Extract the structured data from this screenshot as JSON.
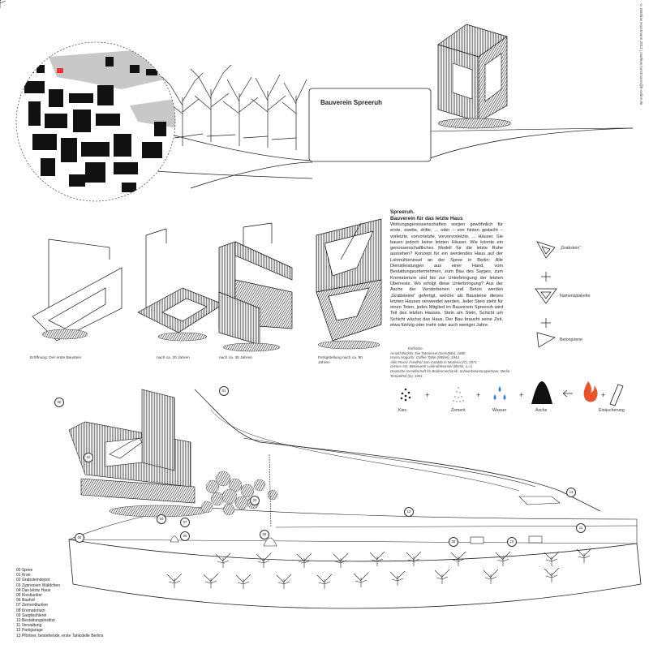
{
  "copyright": "© Mathias Horstmann 2013 | mathias.horstmann@b-online.de",
  "sign_label": "Bauverein Spreeruh",
  "text": {
    "title": "Spreeruh.",
    "subtitle": "Bauverein für das letzte Haus",
    "body": "Wohungsgenossenschaften sorgen gewöhnlich für erste, zweite, dritte, ... oder – von hinten gedacht – vorletzte, vorvorletzte, vorvorvorletzte, ... Häuser. Sie bauen jedoch keine letzten Häuser. Wie könnte ein genossenschaftliches Modell für die letzte Ruhe aussehen? Konzept für ein werdendes Haus auf der Lohmühleninsel an der Spree in Berlin: Alle Dienstleistungen aus einer Hand, vom Bestattungsunternehmen, zum Bau des Sarges, zum Krematorium und bis zur Unterbringung der letzten Überreste. Wo erfolgt diese Unterbringung? Aus der Asche der Verstorbenen und Beton werden „Grabsteine“ gefertigt, welche als Bausteine dieses letzten Hauses verwendet werden. Jeder Stein steht für einen Toten, jedes Mitglied im Bauverein Spreeruh wird Teil des letzten Hauses. Stein um Stein, Schicht um Schicht wächst das Haus. Der Bau braucht seine Zeit, etwa fünfzig oder mehr oder auch weniger Jahre."
  },
  "references": {
    "title": "Einflüsse",
    "items": [
      "Arnold Böcklin: Die Toteninsel (Gemälde), 1880",
      "Isamu Noguchi: Coffee Table (Möbel), 1944",
      "Aldo Rossi: Friedhof San Cataldo in Modena (IT), 1971",
      "Cemex AG: Betonwerk Lohmühleninsel (Berlin, o.J.)",
      "Deutsche Gesellschaft für Bodenmechanik: Schwerbelastungskörper, Berlin-Tempelhof (D), 1941"
    ]
  },
  "phases": [
    "Eröffnung: Der erste Baustein",
    "nach ca. 20 Jahren",
    "nach ca. 35 Jahren",
    "Fertigstellung nach ca. 50 Jahren"
  ],
  "stone_legend": [
    "„Grabstein“",
    "Namensplakette",
    "Betonpirene"
  ],
  "process": [
    "Kies",
    "Zement",
    "Wasser",
    "Asche",
    "Einäscherung"
  ],
  "legend": [
    "00 Spree",
    "01 Kran",
    "02 Grabsteindepot",
    "03 Zypressen Wäldchen",
    "04 Das letzte Haus",
    "05 Kiesbunker",
    "06 Bauhof",
    "07 Zementbunker",
    "08 Krematorium",
    "09 Sargtischlerei",
    "10 Bestattungsinstitut",
    "11 Verwaltung",
    "12 Parkgarage",
    "13 Pförtner, bestehende, erste Tankstelle Berlins"
  ],
  "markers": [
    "00",
    "01",
    "02",
    "03",
    "04",
    "05",
    "06",
    "07",
    "08",
    "09",
    "10",
    "11",
    "12",
    "13"
  ]
}
